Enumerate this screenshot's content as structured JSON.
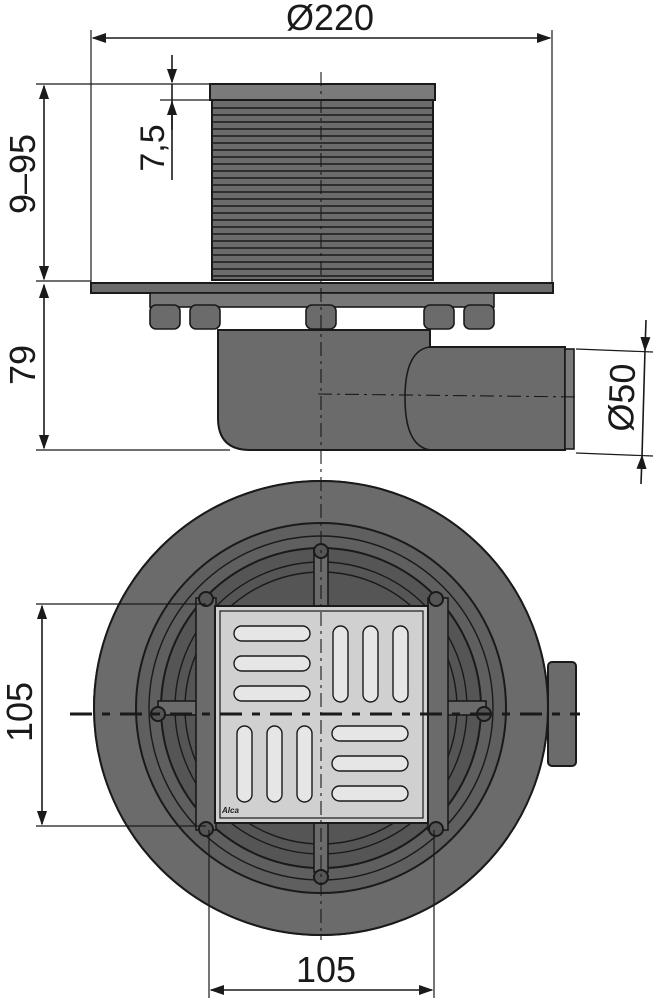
{
  "dimensions": {
    "outer_diameter": "Ø220",
    "height_adjustable": "9–95",
    "ring_height": "7,5",
    "body_height": "79",
    "outlet_diameter": "Ø50",
    "grate_height": "105",
    "grate_width": "105"
  },
  "grate": {
    "brand_mark": "Alca"
  },
  "colors": {
    "body": "#6b6b6b",
    "body_dark": "#4a4a4a",
    "grate": "#cfcfcf",
    "line": "#1a1a1a"
  }
}
